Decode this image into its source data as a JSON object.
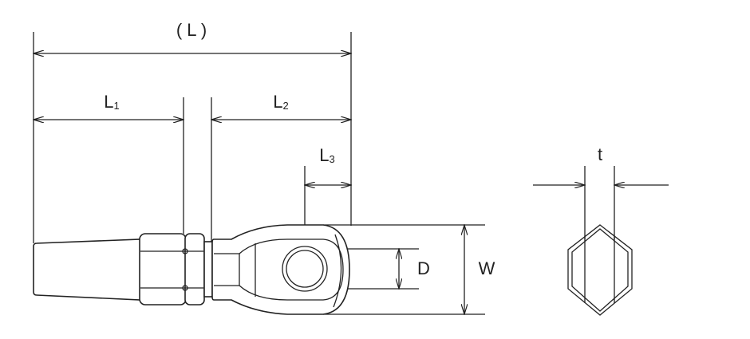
{
  "labels": {
    "overall_length": "( L )",
    "l1_main": "L",
    "l1_sub": "1",
    "l2_main": "L",
    "l2_sub": "2",
    "l3_main": "L",
    "l3_sub": "3",
    "diameter": "D",
    "width": "W",
    "thickness": "t"
  }
}
